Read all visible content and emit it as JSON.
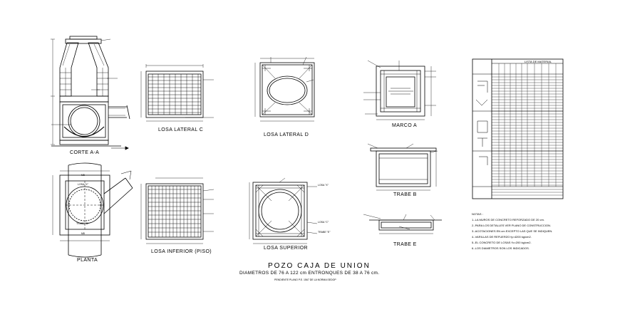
{
  "views": {
    "corte": "CORTE A-A",
    "losa_lateral_c": "LOSA LATERAL C",
    "losa_lateral_d": "LOSA LATERAL D",
    "marco_a": "MARCO A",
    "trabe_b": "TRABE B",
    "trabe_e": "TRABE E",
    "planta": "PLANTA",
    "losa_inferior": "LOSA INFERIOR (PISO)",
    "losa_superior": "LOSA SUPERIOR"
  },
  "title": {
    "main": "POZO CAJA DE UNION",
    "subtitle": "DIAMETROS DE 76 A 122 cm ENTRONQUES DE 38 A 76 cm.",
    "note": "PENDIENTE PLANO P.E. 1567 DE LA NORMA SEDOP"
  },
  "labels": {
    "losa_x": "LOSA \"X\"",
    "losa_c": "LOSA \"C\"",
    "trabe_e_tag": "TRABE \"E\"",
    "trabe_b_tag": "TRABE \"B\"",
    "m8": "M8"
  },
  "table": {
    "title": "LISTA DE MATERIAL"
  },
  "notes": {
    "heading": "NOTAS :",
    "lines": [
      "1.-LA MUROS DE CONCRETO REFORZADO DE 20 cm.",
      "2.-PARA LOS DETALLES VER PLANO DE CONSTRUCCION.",
      "3.-ACOTACIONES EN cm EXCEPTO LAS QUE SE INDIQUEN.",
      "4.-VARILLAS DE REFUERZO fy=4200 kg/cm2.",
      "5.-EL CONCRETO DE LOSAS f'c=200 kg/cm2.",
      "6.-LOS DIAMETROS SON LOS INDICADOS."
    ]
  }
}
